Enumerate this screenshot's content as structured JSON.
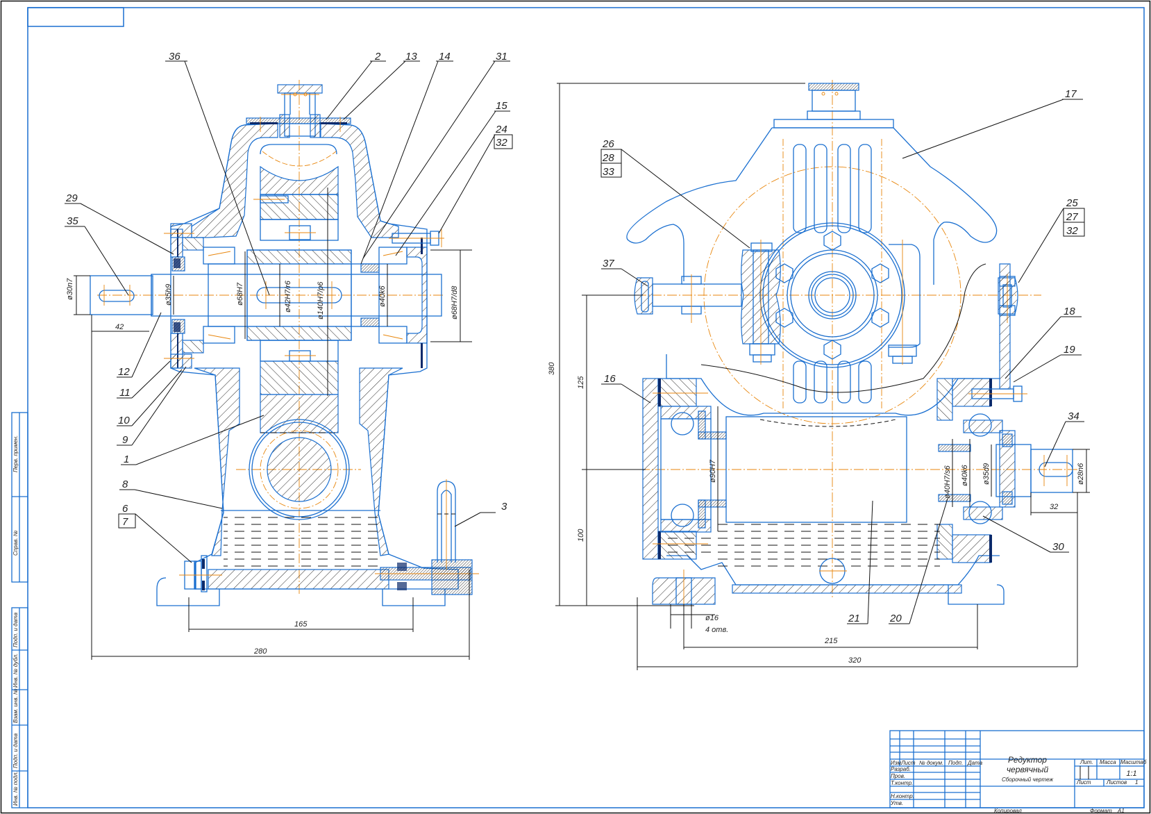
{
  "drawing": {
    "title_line1": "Редуктор",
    "title_line2": "червячный",
    "subtitle": "Сборочный чертеж",
    "scale": "1:1",
    "sheet_count_label": "Листов",
    "sheet_count": "1",
    "sheet_label": "Лист",
    "mass_label": "Масса",
    "scale_label": "Масштаб",
    "lit_label": "Лит.",
    "copied_label": "Копировал",
    "format_label": "Формат",
    "format": "A1"
  },
  "title_block": {
    "headers": [
      "Изм.",
      "Лист",
      "№ докум.",
      "Подп.",
      "Дата"
    ],
    "roles": [
      "Разраб.",
      "Пров.",
      "Т.контр.",
      "",
      "Н.контр.",
      "Утв."
    ]
  },
  "side_stamp": {
    "upper": [
      "Перв. примен.",
      "Справ. №"
    ],
    "lower": [
      "Подп. и дата",
      "Инв. № дубл.",
      "Взам. инв. №",
      "Подп. и дата",
      "Инв. № подл."
    ]
  },
  "left_view": {
    "leaders": {
      "p36": "36",
      "p2": "2",
      "p13": "13",
      "p14": "14",
      "p31": "31",
      "p15": "15",
      "p24": "24",
      "p32": "32",
      "p29": "29",
      "p35": "35",
      "p12": "12",
      "p11": "11",
      "p10": "10",
      "p9": "9",
      "p1": "1",
      "p8": "8",
      "p6": "6",
      "p7": "7",
      "p3": "3"
    },
    "dims": {
      "d30": "ø30n7",
      "d35": "ø35h9",
      "d68a": "ø68H7",
      "d42": "ø42H7/r6",
      "d140": "ø140H7/p6",
      "d40": "ø40k6",
      "d68b": "ø68H7/d8",
      "len42": "42",
      "len165": "165",
      "len280": "280"
    }
  },
  "right_view": {
    "leaders": {
      "p17": "17",
      "p26": "26",
      "p28": "28",
      "p33": "33",
      "p25": "25",
      "p27": "27",
      "p32": "32",
      "p37": "37",
      "p16": "16",
      "p18": "18",
      "p19": "19",
      "p34": "34",
      "p30": "30",
      "p21": "21",
      "p20": "20"
    },
    "dims": {
      "h380": "380",
      "h125": "125",
      "h100": "100",
      "d90": "ø90H7",
      "d40s": "ø40H7/s6",
      "d40k": "ø40k6",
      "d35": "ø35d9",
      "d28": "ø28n6",
      "len32": "32",
      "hole": "ø16",
      "hole_count": "4 отв.",
      "len215": "215",
      "len320": "320"
    }
  }
}
